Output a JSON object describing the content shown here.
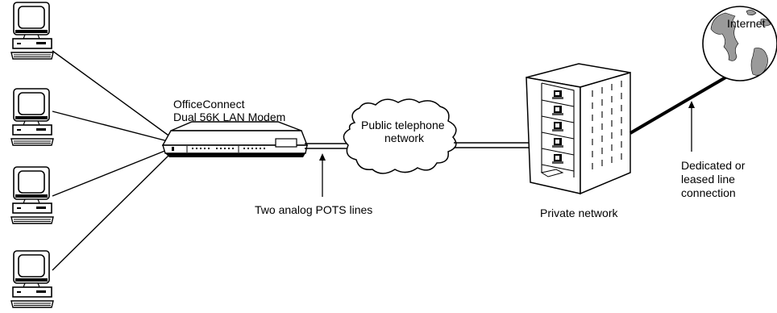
{
  "modem": {
    "name_line1": "OfficeConnect",
    "name_line2": "Dual 56K LAN Modem"
  },
  "cloud": {
    "label_line1": "Public telephone",
    "label_line2": "network"
  },
  "pots_label": "Two analog POTS lines",
  "private_network_label": "Private network",
  "internet_label": "Internet",
  "dedicated_label": {
    "line1": "Dedicated or",
    "line2": "leased line",
    "line3": "connection"
  },
  "computers": [
    "pc-1",
    "pc-2",
    "pc-3",
    "pc-4"
  ],
  "colors": {
    "line": "#000000",
    "fill": "#ffffff",
    "shade": "#9a9a9a"
  }
}
